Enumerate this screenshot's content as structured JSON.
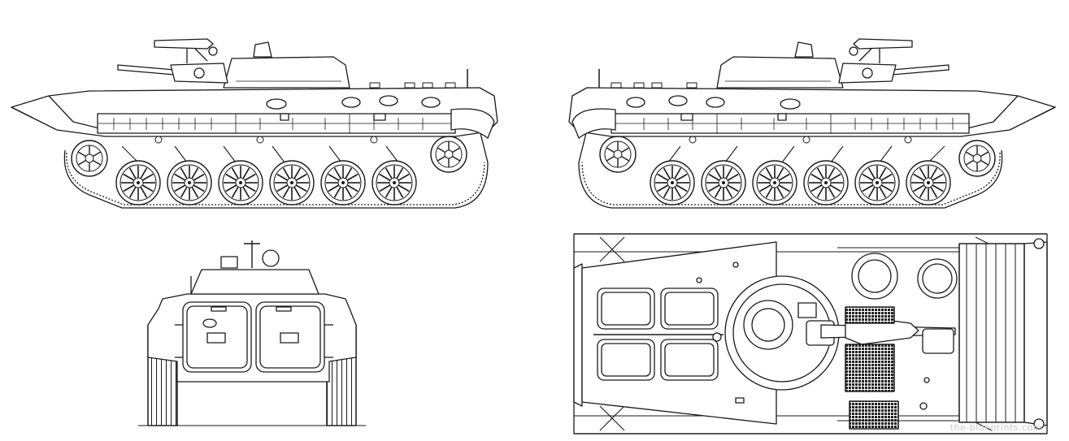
{
  "drawing": {
    "line_color": "#1a1a1a",
    "background_color": "#ffffff",
    "grille_color": "#222222",
    "views": [
      {
        "id": "left-side-view",
        "wheels": 6
      },
      {
        "id": "right-side-view",
        "wheels": 6
      },
      {
        "id": "rear-view"
      },
      {
        "id": "top-view"
      }
    ]
  },
  "watermark": {
    "text": "the-blueprints.com"
  }
}
